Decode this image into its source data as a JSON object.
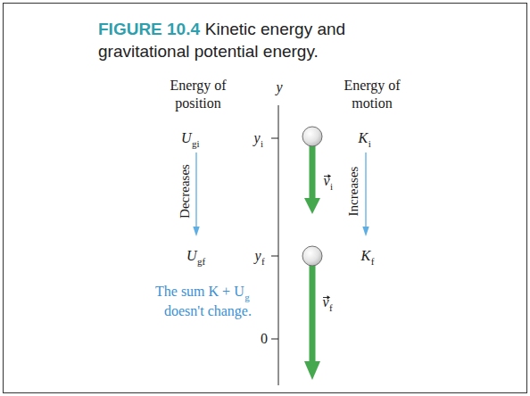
{
  "diagram": {
    "title": "Kinetic energy and gravitational potential energy.",
    "labels": [
      "FIGURE 10.4",
      "Energy of position",
      "y",
      "Energy of motion",
      "U",
      "gi",
      "y",
      "i",
      "K",
      "i",
      "v",
      "i",
      "Decreases",
      "Increases",
      "U",
      "gf",
      "y",
      "f",
      "K",
      "f",
      "The sum K + U",
      "g",
      "doesn't change.",
      "v",
      "f",
      "0"
    ]
  }
}
